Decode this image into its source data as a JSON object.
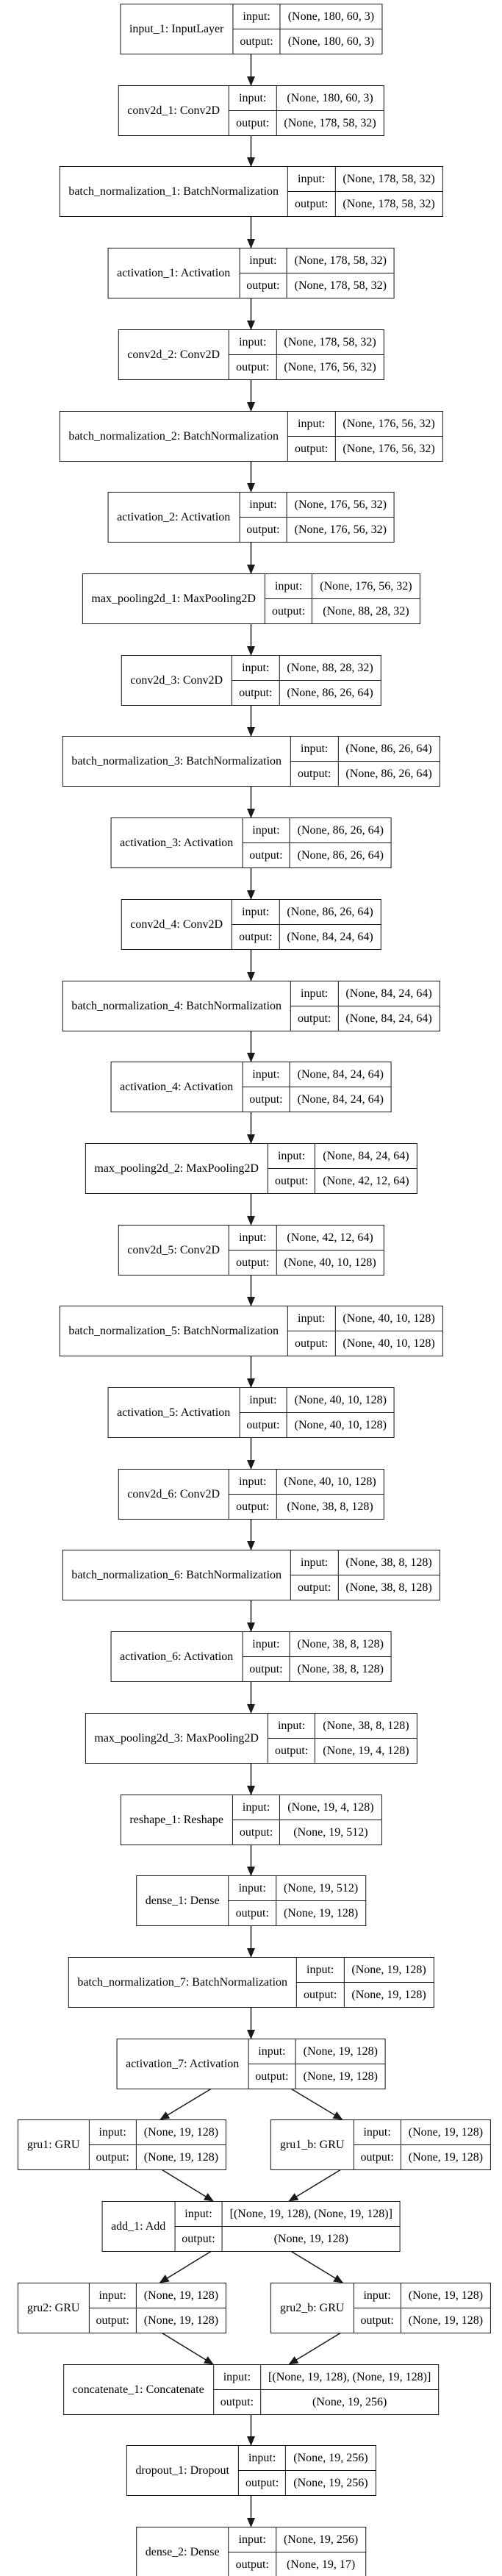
{
  "diagram": {
    "kind": "keras-model-graph",
    "background": "#ffffff",
    "box_border_color": "#141414",
    "edge_color": "#1a1a1a",
    "text_color": "#000000"
  },
  "io_labels": {
    "input": "input:",
    "output": "output:"
  },
  "nodes": [
    {
      "id": "input_1",
      "label": "input_1: InputLayer",
      "input": "(None, 180, 60, 3)",
      "output": "(None, 180, 60, 3)",
      "row": 0,
      "col": "center"
    },
    {
      "id": "conv2d_1",
      "label": "conv2d_1: Conv2D",
      "input": "(None, 180, 60, 3)",
      "output": "(None, 178, 58, 32)",
      "row": 1,
      "col": "center"
    },
    {
      "id": "batch_normalization_1",
      "label": "batch_normalization_1: BatchNormalization",
      "input": "(None, 178, 58, 32)",
      "output": "(None, 178, 58, 32)",
      "row": 2,
      "col": "center"
    },
    {
      "id": "activation_1",
      "label": "activation_1: Activation",
      "input": "(None, 178, 58, 32)",
      "output": "(None, 178, 58, 32)",
      "row": 3,
      "col": "center"
    },
    {
      "id": "conv2d_2",
      "label": "conv2d_2: Conv2D",
      "input": "(None, 178, 58, 32)",
      "output": "(None, 176, 56, 32)",
      "row": 4,
      "col": "center"
    },
    {
      "id": "batch_normalization_2",
      "label": "batch_normalization_2: BatchNormalization",
      "input": "(None, 176, 56, 32)",
      "output": "(None, 176, 56, 32)",
      "row": 5,
      "col": "center"
    },
    {
      "id": "activation_2",
      "label": "activation_2: Activation",
      "input": "(None, 176, 56, 32)",
      "output": "(None, 176, 56, 32)",
      "row": 6,
      "col": "center"
    },
    {
      "id": "max_pooling2d_1",
      "label": "max_pooling2d_1: MaxPooling2D",
      "input": "(None, 176, 56, 32)",
      "output": "(None, 88, 28, 32)",
      "row": 7,
      "col": "center"
    },
    {
      "id": "conv2d_3",
      "label": "conv2d_3: Conv2D",
      "input": "(None, 88, 28, 32)",
      "output": "(None, 86, 26, 64)",
      "row": 8,
      "col": "center"
    },
    {
      "id": "batch_normalization_3",
      "label": "batch_normalization_3: BatchNormalization",
      "input": "(None, 86, 26, 64)",
      "output": "(None, 86, 26, 64)",
      "row": 9,
      "col": "center"
    },
    {
      "id": "activation_3",
      "label": "activation_3: Activation",
      "input": "(None, 86, 26, 64)",
      "output": "(None, 86, 26, 64)",
      "row": 10,
      "col": "center"
    },
    {
      "id": "conv2d_4",
      "label": "conv2d_4: Conv2D",
      "input": "(None, 86, 26, 64)",
      "output": "(None, 84, 24, 64)",
      "row": 11,
      "col": "center"
    },
    {
      "id": "batch_normalization_4",
      "label": "batch_normalization_4: BatchNormalization",
      "input": "(None, 84, 24, 64)",
      "output": "(None, 84, 24, 64)",
      "row": 12,
      "col": "center"
    },
    {
      "id": "activation_4",
      "label": "activation_4: Activation",
      "input": "(None, 84, 24, 64)",
      "output": "(None, 84, 24, 64)",
      "row": 13,
      "col": "center"
    },
    {
      "id": "max_pooling2d_2",
      "label": "max_pooling2d_2: MaxPooling2D",
      "input": "(None, 84, 24, 64)",
      "output": "(None, 42, 12, 64)",
      "row": 14,
      "col": "center"
    },
    {
      "id": "conv2d_5",
      "label": "conv2d_5: Conv2D",
      "input": "(None, 42, 12, 64)",
      "output": "(None, 40, 10, 128)",
      "row": 15,
      "col": "center"
    },
    {
      "id": "batch_normalization_5",
      "label": "batch_normalization_5: BatchNormalization",
      "input": "(None, 40, 10, 128)",
      "output": "(None, 40, 10, 128)",
      "row": 16,
      "col": "center"
    },
    {
      "id": "activation_5",
      "label": "activation_5: Activation",
      "input": "(None, 40, 10, 128)",
      "output": "(None, 40, 10, 128)",
      "row": 17,
      "col": "center"
    },
    {
      "id": "conv2d_6",
      "label": "conv2d_6: Conv2D",
      "input": "(None, 40, 10, 128)",
      "output": "(None, 38, 8, 128)",
      "row": 18,
      "col": "center"
    },
    {
      "id": "batch_normalization_6",
      "label": "batch_normalization_6: BatchNormalization",
      "input": "(None, 38, 8, 128)",
      "output": "(None, 38, 8, 128)",
      "row": 19,
      "col": "center"
    },
    {
      "id": "activation_6",
      "label": "activation_6: Activation",
      "input": "(None, 38, 8, 128)",
      "output": "(None, 38, 8, 128)",
      "row": 20,
      "col": "center"
    },
    {
      "id": "max_pooling2d_3",
      "label": "max_pooling2d_3: MaxPooling2D",
      "input": "(None, 38, 8, 128)",
      "output": "(None, 19, 4, 128)",
      "row": 21,
      "col": "center"
    },
    {
      "id": "reshape_1",
      "label": "reshape_1: Reshape",
      "input": "(None, 19, 4, 128)",
      "output": "(None, 19, 512)",
      "row": 22,
      "col": "center"
    },
    {
      "id": "dense_1",
      "label": "dense_1: Dense",
      "input": "(None, 19, 512)",
      "output": "(None, 19, 128)",
      "row": 23,
      "col": "center"
    },
    {
      "id": "batch_normalization_7",
      "label": "batch_normalization_7: BatchNormalization",
      "input": "(None, 19, 128)",
      "output": "(None, 19, 128)",
      "row": 24,
      "col": "center"
    },
    {
      "id": "activation_7",
      "label": "activation_7: Activation",
      "input": "(None, 19, 128)",
      "output": "(None, 19, 128)",
      "row": 25,
      "col": "center"
    },
    {
      "id": "gru1",
      "label": "gru1: GRU",
      "input": "(None, 19, 128)",
      "output": "(None, 19, 128)",
      "row": 26,
      "col": "left"
    },
    {
      "id": "gru1_b",
      "label": "gru1_b: GRU",
      "input": "(None, 19, 128)",
      "output": "(None, 19, 128)",
      "row": 26,
      "col": "right"
    },
    {
      "id": "add_1",
      "label": "add_1: Add",
      "input": "[(None, 19, 128), (None, 19, 128)]",
      "output": "(None, 19, 128)",
      "row": 27,
      "col": "center"
    },
    {
      "id": "gru2",
      "label": "gru2: GRU",
      "input": "(None, 19, 128)",
      "output": "(None, 19, 128)",
      "row": 28,
      "col": "left"
    },
    {
      "id": "gru2_b",
      "label": "gru2_b: GRU",
      "input": "(None, 19, 128)",
      "output": "(None, 19, 128)",
      "row": 28,
      "col": "right"
    },
    {
      "id": "concatenate_1",
      "label": "concatenate_1: Concatenate",
      "input": "[(None, 19, 128), (None, 19, 128)]",
      "output": "(None, 19, 256)",
      "row": 29,
      "col": "center"
    },
    {
      "id": "dropout_1",
      "label": "dropout_1: Dropout",
      "input": "(None, 19, 256)",
      "output": "(None, 19, 256)",
      "row": 30,
      "col": "center"
    },
    {
      "id": "dense_2",
      "label": "dense_2: Dense",
      "input": "(None, 19, 256)",
      "output": "(None, 19, 17)",
      "row": 31,
      "col": "center"
    }
  ],
  "edges": [
    [
      "input_1",
      "conv2d_1"
    ],
    [
      "conv2d_1",
      "batch_normalization_1"
    ],
    [
      "batch_normalization_1",
      "activation_1"
    ],
    [
      "activation_1",
      "conv2d_2"
    ],
    [
      "conv2d_2",
      "batch_normalization_2"
    ],
    [
      "batch_normalization_2",
      "activation_2"
    ],
    [
      "activation_2",
      "max_pooling2d_1"
    ],
    [
      "max_pooling2d_1",
      "conv2d_3"
    ],
    [
      "conv2d_3",
      "batch_normalization_3"
    ],
    [
      "batch_normalization_3",
      "activation_3"
    ],
    [
      "activation_3",
      "conv2d_4"
    ],
    [
      "conv2d_4",
      "batch_normalization_4"
    ],
    [
      "batch_normalization_4",
      "activation_4"
    ],
    [
      "activation_4",
      "max_pooling2d_2"
    ],
    [
      "max_pooling2d_2",
      "conv2d_5"
    ],
    [
      "conv2d_5",
      "batch_normalization_5"
    ],
    [
      "batch_normalization_5",
      "activation_5"
    ],
    [
      "activation_5",
      "conv2d_6"
    ],
    [
      "conv2d_6",
      "batch_normalization_6"
    ],
    [
      "batch_normalization_6",
      "activation_6"
    ],
    [
      "activation_6",
      "max_pooling2d_3"
    ],
    [
      "max_pooling2d_3",
      "reshape_1"
    ],
    [
      "reshape_1",
      "dense_1"
    ],
    [
      "dense_1",
      "batch_normalization_7"
    ],
    [
      "batch_normalization_7",
      "activation_7"
    ],
    [
      "activation_7",
      "gru1"
    ],
    [
      "activation_7",
      "gru1_b"
    ],
    [
      "gru1",
      "add_1"
    ],
    [
      "gru1_b",
      "add_1"
    ],
    [
      "add_1",
      "gru2"
    ],
    [
      "add_1",
      "gru2_b"
    ],
    [
      "gru2",
      "concatenate_1"
    ],
    [
      "gru2_b",
      "concatenate_1"
    ],
    [
      "concatenate_1",
      "dropout_1"
    ],
    [
      "dropout_1",
      "dense_2"
    ]
  ]
}
